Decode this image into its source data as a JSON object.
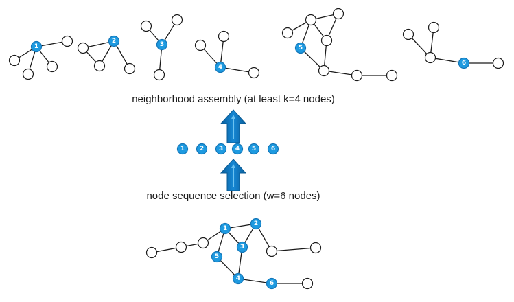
{
  "labels": {
    "assembly": "neighborhood assembly (at least k=4 nodes)",
    "selection": "node sequence selection (w=6 nodes)"
  },
  "sequence": [
    "1",
    "2",
    "3",
    "4",
    "5",
    "6"
  ],
  "neighborhoods": [
    {
      "id": "1",
      "center": "1"
    },
    {
      "id": "2",
      "center": "2"
    },
    {
      "id": "3",
      "center": "3"
    },
    {
      "id": "4",
      "center": "4"
    },
    {
      "id": "5",
      "center": "5"
    },
    {
      "id": "6",
      "center": "6"
    }
  ],
  "colors": {
    "highlight": "#1e9ae0",
    "arrow": "#0b6fb3",
    "edge": "#1a1a1a"
  }
}
